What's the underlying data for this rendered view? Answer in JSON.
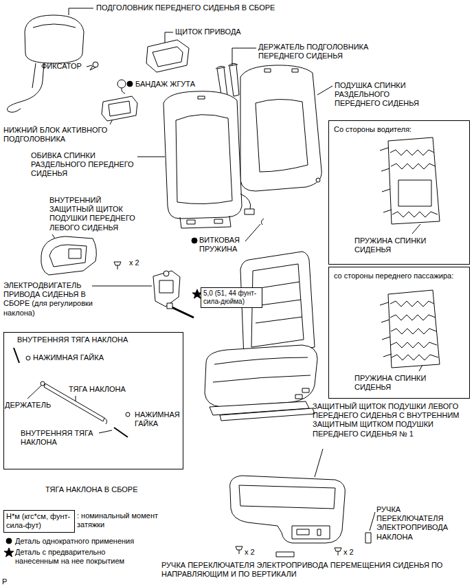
{
  "diagram": {
    "nodes": [
      {
        "text": [
          "Со стороны водителя:",
          "ПРУЖИНА СПИНКИ СИДЕНЬЯ"
        ]
      },
      {
        "text": [
          "со стороны переднего пассажира:",
          "ПРУЖИНА СПИНКИ СИДЕНЬЯ"
        ]
      },
      {
        "text": [
          "ТЯГА НАКЛОНА В СБОРЕ"
        ]
      },
      {
        "text": [
          "5,0 (51, 44 фунт-сила-дюйма)"
        ]
      },
      {
        "text": [
          "Н*м (кгс*см, фунт-сила-фут)"
        ]
      }
    ],
    "labels": [
      "ПОДГОЛОВНИК ПЕРЕДНЕГО СИДЕНЬЯ В СБОРЕ",
      "ЩИТОК ПРИВОДА",
      "ДЕРЖАТЕЛЬ ПОДГОЛОВНИКА ПЕРЕДНЕГО СИДЕНЬЯ",
      "ФИКСАТОР",
      "БАНДАЖ ЖГУТА",
      "ПОДУШКА СПИНКИ РАЗДЕЛЬНОГО ПЕРЕДНЕГО СИДЕНЬЯ",
      "НИЖНИЙ БЛОК АКТИВНОГО ПОДГОЛОВНИКА",
      "ОБИВКА СПИНКИ РАЗДЕЛЬНОГО ПЕРЕДНЕГО СИДЕНЬЯ",
      "ВНУТРЕННИЙ ЗАЩИТНЫЙ ЩИТОК ПОДУШКИ ПЕРЕДНЕГО ЛЕВОГО СИДЕНЬЯ",
      "ВИТКОВАЯ ПРУЖИНА",
      "x 2",
      "ЭЛЕКТРОДВИГАТЕЛЬ ПРИВОДА СИДЕНЬЯ В СБОРЕ (для регулировки наклона)",
      "ВНУТРЕННЯЯ ТЯГА НАКЛОНА",
      "НАЖИМНАЯ ГАЙКА",
      "ТЯГА НАКЛОНА",
      "ДЕРЖАТЕЛЬ",
      "НАЖИМНАЯ ГАЙКА",
      "ВНУТРЕННЯЯ ТЯГА НАКЛОНА",
      "ЗАЩИТНЫЙ ЩИТОК ПОДУШКИ ЛЕВОГО ПЕРЕДНЕГО СИДЕНЬЯ С ВНУТРЕННИМ ЗАЩИТНЫМ ЩИТКОМ ПОДУШКИ ПЕРЕДНЕГО СИДЕНЬЯ № 1",
      "РУЧКА ПЕРЕКЛЮЧАТЕЛЯ ЭЛЕКТРОПРИВОДА НАКЛОНА",
      "x 2",
      "x 2",
      "РУЧКА ПЕРЕКЛЮЧАТЕЛЯ ЭЛЕКТРОПРИВОДА ПЕРЕМЕЩЕНИЯ СИДЕНЬЯ ПО НАПРАВЛЯЮЩИМ И ПО ВЕРТИКАЛИ",
      "P"
    ],
    "legend": [
      {
        "text": ": номинальный момент затяжки"
      },
      {
        "text": "Деталь однократного применения"
      },
      {
        "text": "Деталь с предварительно нанесенным на нее покрытием"
      }
    ]
  }
}
